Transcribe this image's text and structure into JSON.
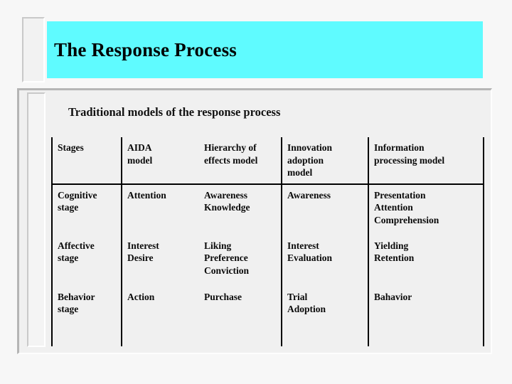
{
  "slide": {
    "title": "The Response Process",
    "subtitle": "Traditional models of the response process",
    "colors": {
      "banner": "#5FFBFF",
      "background": "#F7F7F7",
      "panel": "#F0F0F0",
      "text": "#000000",
      "rule": "#000000"
    }
  },
  "table": {
    "headers": {
      "stages": "Stages",
      "aida": [
        "AIDA",
        "model"
      ],
      "hierarchy": [
        "Hierarchy of",
        "effects model"
      ],
      "innovation": [
        "Innovation",
        "adoption",
        "model"
      ],
      "information": [
        "Information",
        "processing model"
      ]
    },
    "rows": [
      {
        "stage": [
          "Cognitive",
          "stage"
        ],
        "aida": [
          "Attention"
        ],
        "hierarchy": [
          "Awareness",
          "Knowledge"
        ],
        "innovation": [
          "Awareness"
        ],
        "information": [
          "Presentation",
          "Attention",
          "Comprehension"
        ]
      },
      {
        "stage": [
          "Affective",
          "stage"
        ],
        "aida": [
          "Interest",
          "Desire"
        ],
        "hierarchy": [
          "Liking",
          "Preference",
          "Conviction"
        ],
        "innovation": [
          "Interest",
          "Evaluation"
        ],
        "information": [
          "Yielding",
          "Retention"
        ]
      },
      {
        "stage": [
          "Behavior",
          "stage"
        ],
        "aida": [
          "Action"
        ],
        "hierarchy": [
          "Purchase"
        ],
        "innovation": [
          "Trial",
          "Adoption"
        ],
        "information": [
          "Bahavior"
        ]
      }
    ]
  }
}
